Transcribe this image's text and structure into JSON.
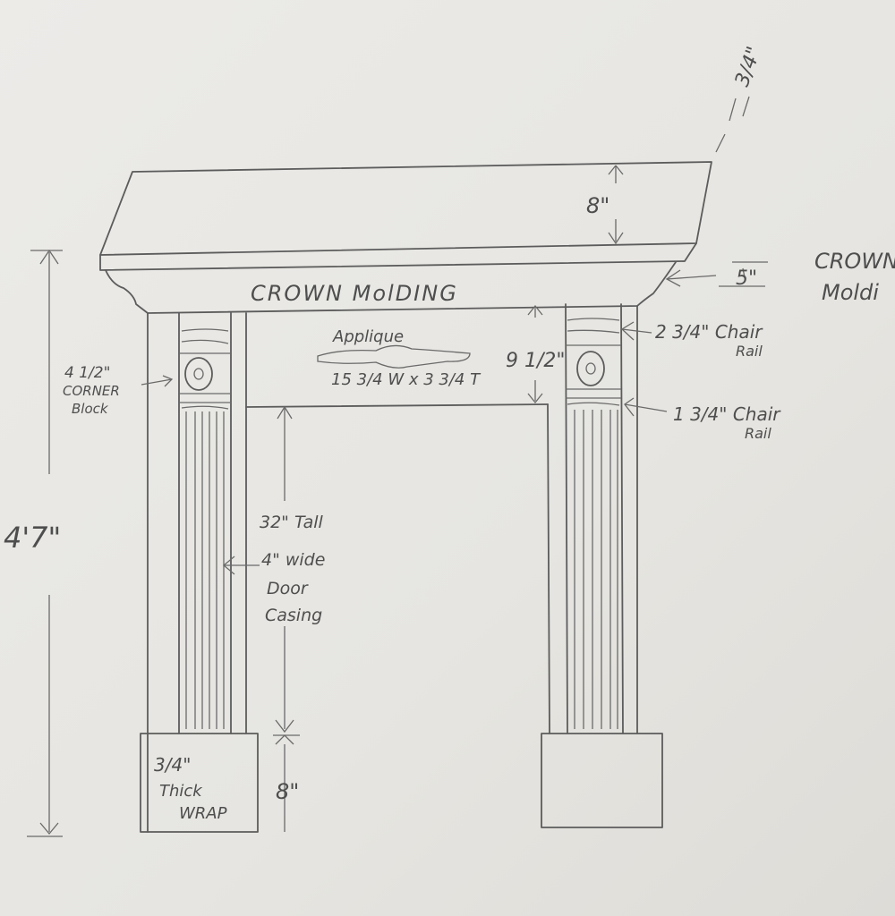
{
  "labels": {
    "overhang": "3/4\"",
    "shelf_height": "8\"",
    "crown_molding_side": [
      "CROWN",
      "Moldi"
    ],
    "crown_height": "5\"",
    "crown_molding": "CROWN MolDING",
    "applique_title": "Applique",
    "applique_size": "15 3/4 W x 3 3/4 T",
    "frieze_height": "9 1/2\"",
    "upper_chair_rail": [
      "2 3/4\" Chair",
      "Rail"
    ],
    "lower_chair_rail": [
      "1 3/4\" Chair",
      "Rail"
    ],
    "corner_block": [
      "4 1/2\"",
      "CORNER",
      "Block"
    ],
    "total_height": "4'7\"",
    "casing": [
      "32\" Tall",
      "4\" wide",
      "Door",
      "Casing"
    ],
    "plinth_wrap": [
      "3/4\"",
      "Thick",
      "WRAP"
    ],
    "plinth_height": "8\""
  }
}
